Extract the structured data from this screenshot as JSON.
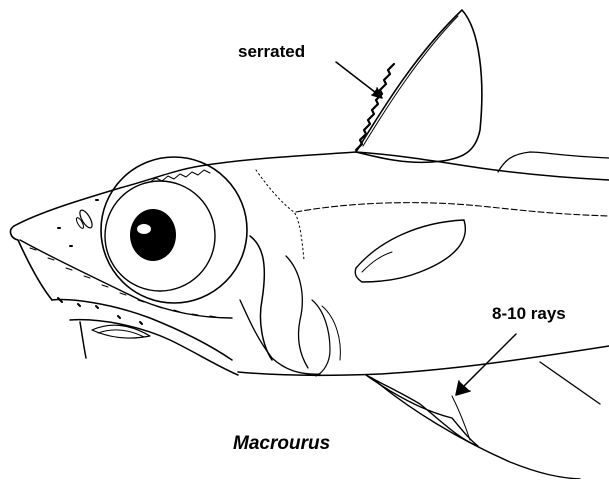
{
  "labels": {
    "serrated": "serrated",
    "rays": "8-10 rays",
    "genus": "Macrourus"
  }
}
